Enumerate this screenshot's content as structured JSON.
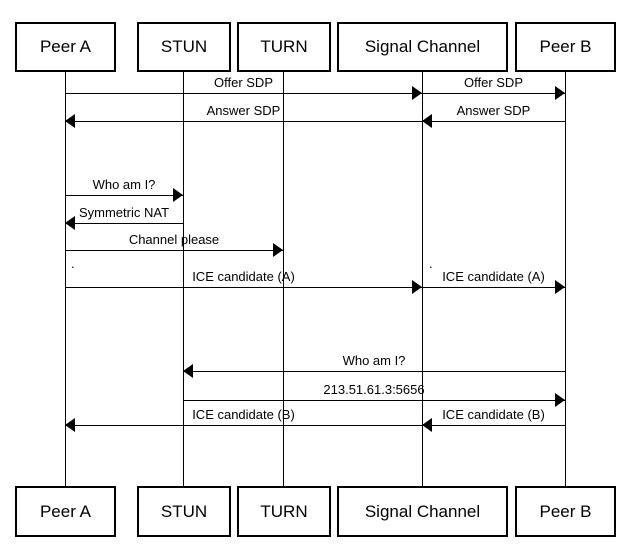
{
  "diagram_type": "sequence-diagram",
  "colors": {
    "line": "#000000",
    "background": "#ffffff",
    "text": "#000000"
  },
  "actors": [
    {
      "label": "Peer A"
    },
    {
      "label": "STUN"
    },
    {
      "label": "TURN"
    },
    {
      "label": "Signal Channel"
    },
    {
      "label": "Peer B"
    }
  ],
  "messages": [
    {
      "label": "Offer SDP",
      "from": "Peer A",
      "to": "Signal Channel",
      "direction": "right"
    },
    {
      "label": "Offer SDP",
      "from": "Signal Channel",
      "to": "Peer B",
      "direction": "right"
    },
    {
      "label": "Answer SDP",
      "from": "Signal Channel",
      "to": "Peer A",
      "direction": "left"
    },
    {
      "label": "Answer SDP",
      "from": "Peer B",
      "to": "Signal Channel",
      "direction": "left"
    },
    {
      "label": "Who am I?",
      "from": "Peer A",
      "to": "STUN",
      "direction": "right"
    },
    {
      "label": "Symmetric NAT",
      "from": "STUN",
      "to": "Peer A",
      "direction": "left"
    },
    {
      "label": "Channel please",
      "from": "Peer A",
      "to": "TURN",
      "direction": "right"
    },
    {
      "label": "ICE candidate (A)",
      "from": "Peer A",
      "to": "Signal Channel",
      "direction": "right"
    },
    {
      "label": "ICE candidate (A)",
      "from": "Signal Channel",
      "to": "Peer B",
      "direction": "right"
    },
    {
      "label": "Who am I?",
      "from": "Peer B",
      "to": "STUN",
      "direction": "left"
    },
    {
      "label": "213.51.61.3:5656",
      "from": "STUN",
      "to": "Peer B",
      "direction": "right"
    },
    {
      "label": "ICE candidate (B)",
      "from": "Signal Channel",
      "to": "Peer A",
      "direction": "left"
    },
    {
      "label": "ICE candidate (B)",
      "from": "Peer B",
      "to": "Signal Channel",
      "direction": "left"
    }
  ],
  "dots": [
    {
      "char": "."
    },
    {
      "char": "."
    }
  ]
}
